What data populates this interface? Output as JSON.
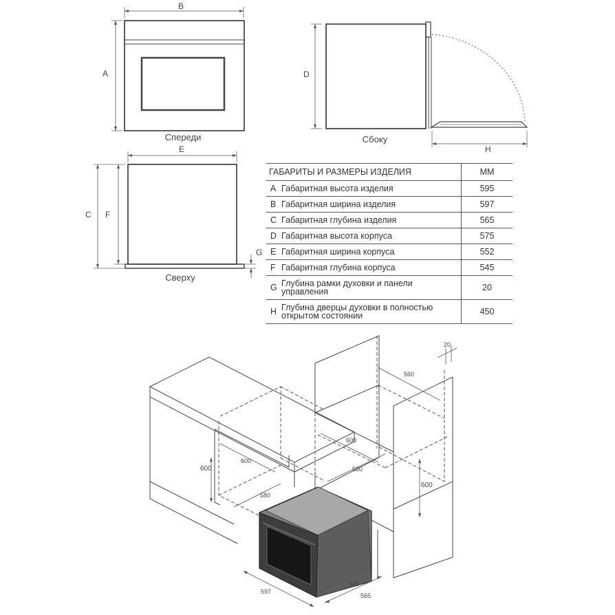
{
  "views": {
    "front": {
      "caption": "Спереди",
      "dims": [
        "A",
        "B"
      ]
    },
    "side": {
      "caption": "Сбоку",
      "dims": [
        "D",
        "H"
      ]
    },
    "top": {
      "caption": "Сверху",
      "dims": [
        "C",
        "F",
        "E",
        "G"
      ]
    }
  },
  "table": {
    "header": {
      "title": "ГАБАРИТЫ И РАЗМЕРЫ ИЗДЕЛИЯ",
      "unit": "MM"
    },
    "rows": [
      {
        "code": "A",
        "label": "Габаритная высота изделия",
        "value": "595"
      },
      {
        "code": "B",
        "label": "Габаритная ширина изделия",
        "value": "597"
      },
      {
        "code": "C",
        "label": "Габаритная глубина изделия",
        "value": "565"
      },
      {
        "code": "D",
        "label": "Габаритная высота корпуса",
        "value": "575"
      },
      {
        "code": "E",
        "label": "Габаритная ширина корпуса",
        "value": "552"
      },
      {
        "code": "F",
        "label": "Габаритная глубина корпуса",
        "value": "545"
      },
      {
        "code": "G",
        "label": "Глубина рамки духовки и панели управления",
        "value": "20"
      },
      {
        "code": "H",
        "label": "Глубина дверцы духовки в полностью открытом состоянии",
        "value": "450"
      }
    ]
  },
  "installation": {
    "base_cabinet": {
      "width": "600",
      "depth": "580",
      "height": "600"
    },
    "tall_cabinet": {
      "width": "600",
      "depth": "580",
      "height": "600",
      "top_depth": "560",
      "top_gap": "20"
    },
    "oven": {
      "width": "597",
      "depth_body": "545",
      "depth_total": "565"
    }
  }
}
